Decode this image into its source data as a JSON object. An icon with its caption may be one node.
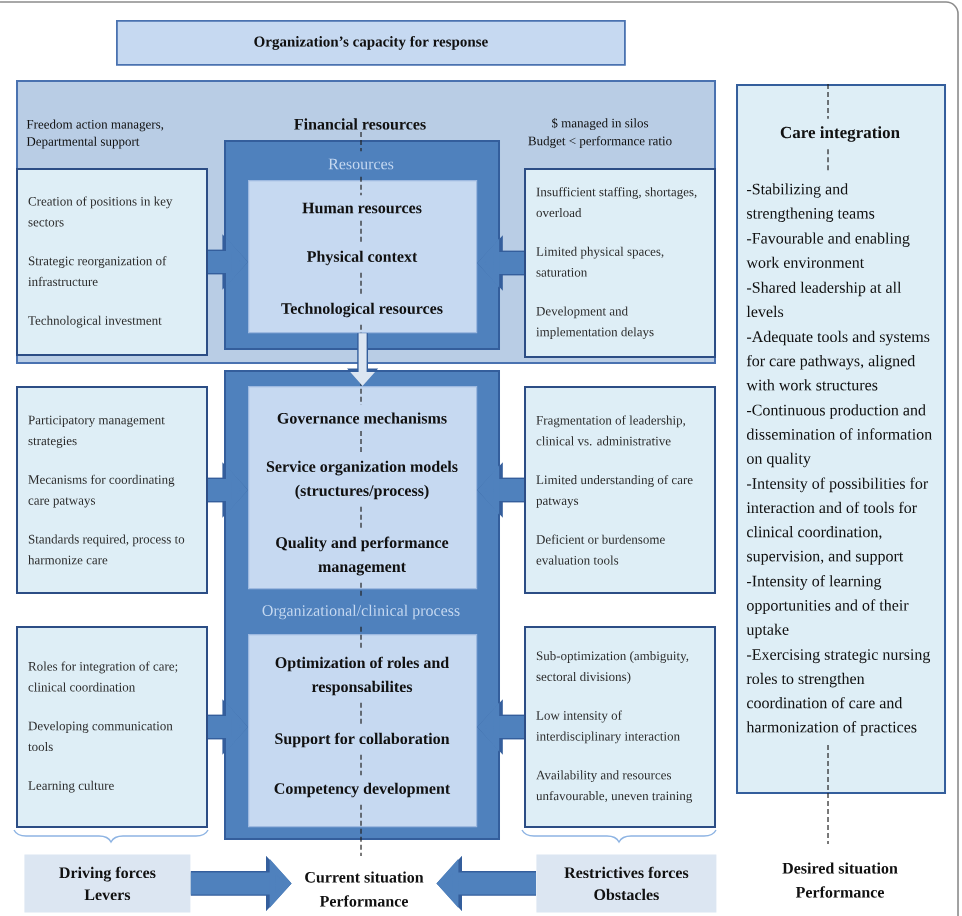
{
  "diagram": {
    "nodes": [
      {
        "text": [
          "Organization’s capacity for response"
        ]
      },
      {
        "text": [
          "Freedom action managers, Departmental support",
          "Financial resources",
          "$ managed in silos",
          "Budget < performance ratio"
        ]
      },
      {
        "text": [
          "Creation of positions in key sectors",
          "Strategic reorganization of infrastructure",
          "Technological investment"
        ],
        "in": 1
      },
      {
        "text": [
          "Resources"
        ],
        "in": 1
      },
      {
        "text": [
          "Human resources",
          "Physical context",
          "Technological resources"
        ],
        "in": 3
      },
      {
        "text": [
          "Insufficient staffing, shortages, overload",
          "Limited physical spaces, saturation",
          "Development and implementation delays"
        ],
        "in": 1
      },
      {
        "text": [
          "Organizational/clinical process"
        ]
      },
      {
        "text": [
          "Governance mechanisms",
          "Service organization models (structures/process)",
          "Quality and performance management"
        ],
        "in": 6
      },
      {
        "text": [
          "Optimization of roles and responsabilites",
          "Support for collaboration",
          "Competency development"
        ],
        "in": 6
      },
      {
        "text": [
          "Participatory management strategies",
          "Mecanisms for coordinating care patways",
          "Standards required, process to harmonize care"
        ]
      },
      {
        "text": [
          "Fragmentation of leadership, clinical vs. administrative",
          "Limited understanding of care patways",
          "Deficient or burdensome evaluation tools"
        ]
      },
      {
        "text": [
          "Roles for integration of care; clinical coordination",
          "Developing communication tools",
          "Learning culture"
        ]
      },
      {
        "text": [
          "Sub-optimization (ambiguity, sectoral divisions)",
          "Low intensity of interdisciplinary interaction",
          "Availability and resources unfavourable, uneven training"
        ]
      },
      {
        "text": [
          "Driving forces Levers"
        ]
      },
      {
        "text": [
          "Current situation Performance"
        ]
      },
      {
        "text": [
          "Restrictives forces Obstacles"
        ]
      },
      {
        "text": [
          "Care integration",
          "-Stabilizing and strengthening teams",
          "-Favourable and enabling work environment",
          "-Shared leadership at all levels",
          "-Adequate tools and systems for care pathways, aligned with work structures",
          "-Continuous production and dissemination of information on quality",
          "-Intensity of possibilities for interaction and of tools for clinical coordination, supervision, and support",
          "-Intensity of learning opportunities and of their uptake",
          "-Exercising strategic nursing roles to strengthen coordination of care and harmonization of practices"
        ]
      }
    ],
    "edges": [
      {
        "from": 2,
        "to": 4,
        "arrow": "to"
      },
      {
        "from": 5,
        "to": 4,
        "arrow": "to"
      },
      {
        "from": 4,
        "to": 7,
        "arrow": "to",
        "color": "#dce6f2"
      },
      {
        "from": 9,
        "to": 7,
        "arrow": "to"
      },
      {
        "from": 10,
        "to": 7,
        "arrow": "to"
      },
      {
        "from": 11,
        "to": 8,
        "arrow": "to"
      },
      {
        "from": 12,
        "to": 8,
        "arrow": "to"
      },
      {
        "from": 13,
        "to": 14,
        "arrow": "to"
      },
      {
        "from": 15,
        "to": 14,
        "arrow": "to"
      }
    ],
    "labels": [
      "Desired situation Performance"
    ]
  }
}
